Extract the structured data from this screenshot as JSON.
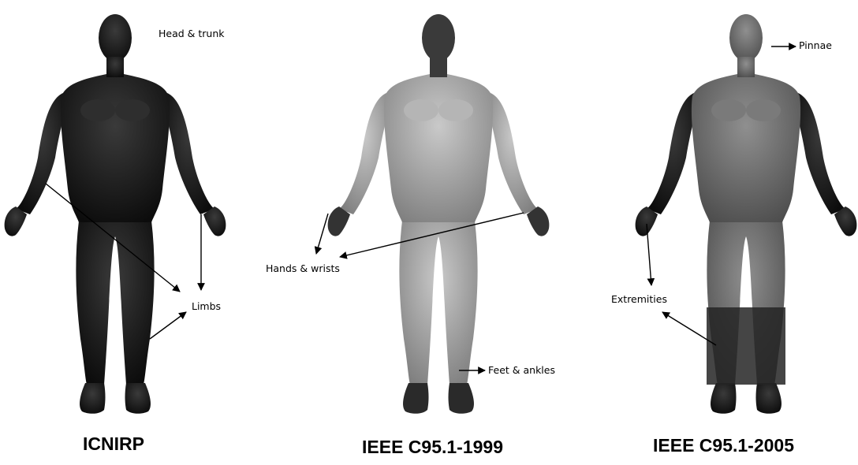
{
  "figures": [
    {
      "caption": "ICNIRP",
      "labels": [
        "Head & trunk",
        "Limbs"
      ]
    },
    {
      "caption": "IEEE C95.1-1999",
      "labels": [
        "Hands & wrists",
        "Feet & ankles"
      ]
    },
    {
      "caption": "IEEE C95.1-2005",
      "labels": [
        "Pinnae",
        "Extremities"
      ]
    }
  ],
  "colors": {
    "dark_region": "#1c1c1c",
    "light_region": "#9a9a9a",
    "mid_region": "#6e6e6e",
    "arrow": "#000000"
  }
}
